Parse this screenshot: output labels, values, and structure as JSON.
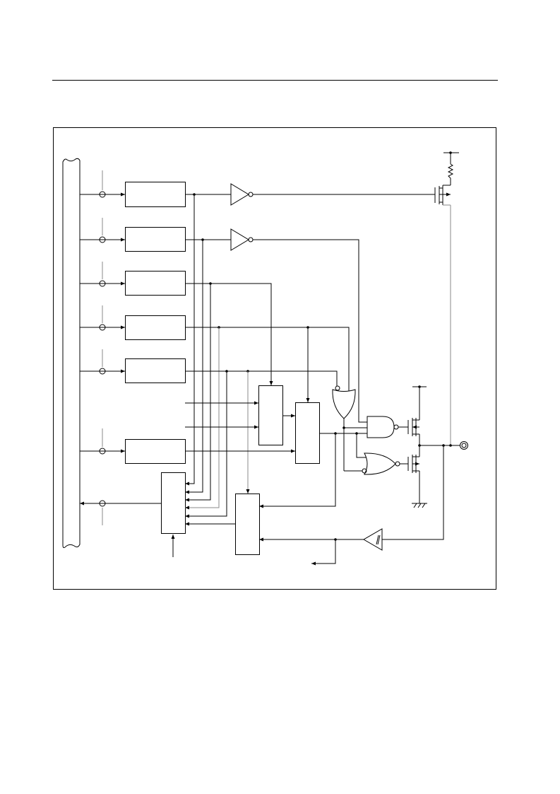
{
  "figure": {
    "type": "block-diagram",
    "title": "",
    "labels": []
  },
  "colors": {
    "line": "#000000",
    "secondary_line": "#8a8a8a",
    "background": "#ffffff"
  },
  "components": {
    "register_blocks": 6,
    "inverting_buffers": 2,
    "or_gate": 1,
    "nand_gate": 1,
    "nor_gate": 1,
    "schmitt_trigger_buffer": 1,
    "p_channel_transistors": 2,
    "n_channel_transistor": 1,
    "pull_up_resistor": 1,
    "pin_terminal": 1
  }
}
